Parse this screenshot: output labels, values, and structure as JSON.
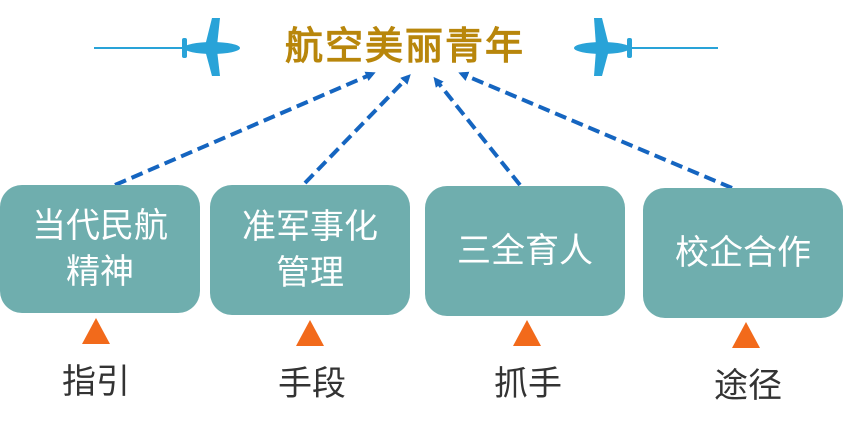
{
  "title": "航空美丽青年",
  "colors": {
    "title": "#B8860B",
    "box_fill": "#6FAEAE",
    "arrow": "#1565C0",
    "plane": "#29A3D8",
    "triangle": "#F26A1B"
  },
  "icons": {
    "plane": "airplane-icon",
    "arrow": "dashed-arrow"
  },
  "boxes": [
    {
      "lines": [
        "当代民航",
        "精神"
      ],
      "role": "指引"
    },
    {
      "lines": [
        "准军事化",
        "管理"
      ],
      "role": "手段"
    },
    {
      "lines": [
        "三全育人"
      ],
      "role": "抓手"
    },
    {
      "lines": [
        "校企合作"
      ],
      "role": "途径"
    }
  ]
}
